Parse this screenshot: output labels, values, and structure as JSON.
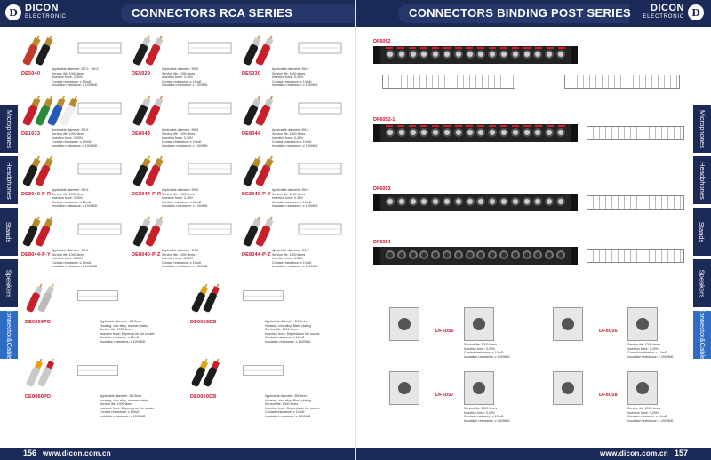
{
  "brand": {
    "name": "DICON",
    "sub": "ELECTRONIC"
  },
  "left": {
    "title": "CONNECTORS RCA SERIES",
    "page_number": "156",
    "website": "www.dicon.com.cn",
    "products": [
      {
        "code": "DE5040",
        "specs": [
          "Applicable diameter: Φ7.0 - Φ6.5",
          "Service life: 1000 times",
          "Insertion force: 3-30N",
          "Contact resistance: ≤ 10mΩ",
          "Insulation resistance: ≥ 1000MΩ"
        ]
      },
      {
        "code": "DE5029",
        "specs": [
          "Applicable diameter: Φ6.5",
          "Service life: 1000 times",
          "Insertion force: 3-30N",
          "Contact resistance: ≤ 10mΩ",
          "Insulation resistance: ≥ 1000MΩ"
        ]
      },
      {
        "code": "DE5030",
        "specs": [
          "Applicable diameter: Φ6.5",
          "Service life: 1000 times",
          "Insertion force: 3-30N",
          "Contact resistance: ≤ 10mΩ",
          "Insulation resistance: ≥ 1000MΩ"
        ]
      },
      {
        "code": "DE1033",
        "specs": [
          "Applicable diameter: Φ6.5",
          "Service life: 1000 times",
          "Insertion force: 3-30N",
          "Contact resistance: ≤ 10mΩ",
          "Insulation resistance: ≥ 1000MΩ"
        ]
      },
      {
        "code": "DE8043",
        "specs": [
          "Applicable diameter: Φ6.5",
          "Service life: 1000 times",
          "Insertion force: 3-30N",
          "Contact resistance: ≤ 10mΩ",
          "Insulation resistance: ≥ 1000MΩ"
        ]
      },
      {
        "code": "DE8044",
        "specs": [
          "Applicable diameter: Φ6.5",
          "Service life: 1000 times",
          "Insertion force: 3-30N",
          "Contact resistance: ≤ 10mΩ",
          "Insulation resistance: ≥ 1000MΩ"
        ]
      },
      {
        "code": "DE8040-P-R",
        "specs": [
          "Applicable diameter: Φ6.5",
          "Service life: 1000 times",
          "Insertion force: 3-30N",
          "Contact resistance: ≤ 10mΩ",
          "Insulation resistance: ≥ 1000MΩ"
        ]
      },
      {
        "code": "DE8044-P-R",
        "specs": [
          "Applicable diameter: Φ6.5",
          "Service life: 1000 times",
          "Insertion force: 3-30N",
          "Contact resistance: ≤ 10mΩ",
          "Insulation resistance: ≥ 1000MΩ"
        ]
      },
      {
        "code": "DE8040-P-Y",
        "specs": [
          "Applicable diameter: Φ6.5",
          "Service life: 1000 times",
          "Insertion force: 3-30N",
          "Contact resistance: ≤ 10mΩ",
          "Insulation resistance: ≥ 1000MΩ"
        ]
      },
      {
        "code": "DE8044-P-Y",
        "specs": [
          "Applicable diameter: Φ6.5",
          "Service life: 1000 times",
          "Insertion force: 3-30N",
          "Contact resistance: ≤ 10mΩ",
          "Insulation resistance: ≥ 1000MΩ"
        ]
      },
      {
        "code": "DE8040-P-Z",
        "specs": [
          "Applicable diameter: Φ6.5",
          "Service life: 1000 times",
          "Insertion force: 3-30N",
          "Contact resistance: ≤ 10mΩ",
          "Insulation resistance: ≥ 1000MΩ"
        ]
      },
      {
        "code": "DE8044-P-Z",
        "specs": [
          "Applicable diameter: Φ6.5",
          "Service life: 1000 times",
          "Insertion force: 3-30N",
          "Contact resistance: ≤ 10mΩ",
          "Insulation resistance: ≥ 1000MΩ"
        ]
      },
      {
        "code": "DE0059PD",
        "specs": [
          "Applicable diameter: Φ6.5mm",
          "Housing: zinc alloy, chrome plating",
          "Service life: 1000 times",
          "Insertion force: Depends on the socket",
          "Contact resistance: ≤ 10mΩ",
          "Insulation resistance: ≥ 1000MΩ"
        ]
      },
      {
        "code": "DE0059DB",
        "specs": [
          "Applicable diameter: Φ6.5mm",
          "Housing: zinc alloy, Black plating",
          "Service life: 1000 times",
          "Insertion force: Depends on the socket",
          "Contact resistance: ≤ 10mΩ",
          "Insulation resistance: ≥ 1000MΩ"
        ]
      },
      {
        "code": "DE0060PD",
        "specs": [
          "Applicable diameter: Φ6.5mm",
          "Housing: zinc alloy, chrome plating",
          "Service life: 1000 times",
          "Insertion force: Depends on the socket",
          "Contact resistance: ≤ 10mΩ",
          "Insulation resistance: ≥ 1000MΩ"
        ]
      },
      {
        "code": "DE0060DB",
        "specs": [
          "Applicable diameter: Φ6.5mm",
          "Housing: zinc alloy, Black plating",
          "Service life: 1000 times",
          "Insertion force: Depends on the socket",
          "Contact resistance: ≤ 10mΩ",
          "Insulation resistance: ≥ 1000MΩ"
        ]
      }
    ]
  },
  "right": {
    "title": "CONNECTORS BINDING POST SERIES",
    "page_number": "157",
    "website": "www.dicon.com.cn",
    "panels": [
      {
        "code": "DF6052"
      },
      {
        "code": "DF6052-1"
      },
      {
        "code": "DF6053"
      },
      {
        "code": "DF6054"
      }
    ],
    "plates": [
      {
        "code": "DF6055",
        "specs": [
          "Service life: 1000 times",
          "Insertion force: 3-20N",
          "Contact resistance: ≤ 10mΩ",
          "Insulation resistance: ≥ 2000MΩ"
        ]
      },
      {
        "code": "DF6056",
        "specs": [
          "Service life: 1000 times",
          "Insertion force: 3-20N",
          "Contact resistance: ≤ 10mΩ",
          "Insulation resistance: ≥ 2000MΩ"
        ]
      },
      {
        "code": "DF6057",
        "specs": [
          "Service life: 1000 times",
          "Insertion force: 3-20N",
          "Contact resistance: ≤ 10mΩ",
          "Insulation resistance: ≥ 2000MΩ"
        ]
      },
      {
        "code": "DF6058",
        "specs": [
          "Service life: 1000 times",
          "Insertion force: 3-20N",
          "Contact resistance: ≤ 10mΩ",
          "Insulation resistance: ≥ 2000MΩ"
        ]
      }
    ]
  },
  "tabs": [
    "Microphones",
    "Headphones",
    "Stands",
    "Speakers",
    "Connector&Cables"
  ],
  "active_tab": "Connector&Cables",
  "colors": {
    "navy": "#1b2a57",
    "accent": "#2f6cc4",
    "code_red": "#c8102e"
  }
}
